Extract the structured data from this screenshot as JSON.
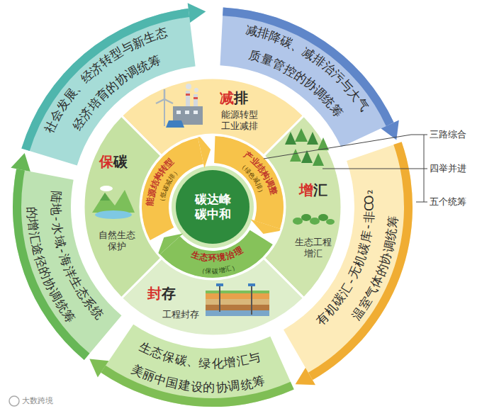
{
  "diagram": {
    "nodes": [
      {
        "text": [
          "碳达峰 碳中和"
        ]
      },
      {
        "text": [
          "能源结构转型",
          "（低碳减排）"
        ]
      },
      {
        "text": [
          "产业结构调整",
          "（绿色减排）"
        ]
      },
      {
        "text": [
          "生态环境治理",
          "（保碳增汇）"
        ]
      },
      {
        "text": [
          "减排",
          "能源转型 工业减排"
        ]
      },
      {
        "text": [
          "增汇",
          "生态工程 增汇"
        ]
      },
      {
        "text": [
          "封存",
          "工程封存"
        ]
      },
      {
        "text": [
          "保碳",
          "自然生态 保护"
        ]
      },
      {
        "text": [
          "社会发展、经济转型与新生态 经济培育的协调统筹"
        ]
      },
      {
        "text": [
          "减排降碳、减排治污与大气 质量管控的协调统筹"
        ]
      },
      {
        "text": [
          "有机碳汇-无机碳库-非CO₂ 温室气体的协调统筹"
        ]
      },
      {
        "text": [
          "生态保碳、绿化增汇与 美丽中国建设的协调统筹"
        ]
      },
      {
        "text": [
          "陆地-水域-海洋生态系统 的增汇途径的协调统筹"
        ]
      }
    ],
    "labels": [
      "三路综合",
      "四举并进",
      "五个统筹",
      "大数跨境"
    ]
  }
}
